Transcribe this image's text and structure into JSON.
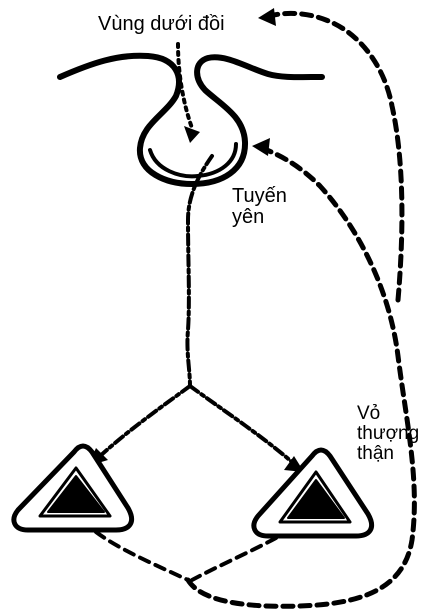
{
  "labels": {
    "hypothalamus": "Vùng dưới đồi",
    "pituitary": [
      "Tuyến",
      "yên"
    ],
    "adrenal_cortex": [
      "Vỏ",
      "thượng",
      "thận"
    ]
  },
  "colors": {
    "ink": "#000000",
    "paper": "#ffffff"
  }
}
